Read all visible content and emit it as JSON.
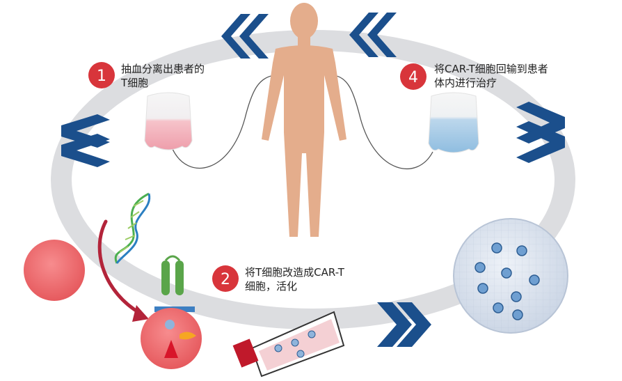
{
  "steps": [
    {
      "number": "1",
      "line1": "抽血分离出患者的",
      "line2": "T细胞"
    },
    {
      "number": "2",
      "line1": "将T细胞改造成CAR-T",
      "line2": "细胞，活化"
    },
    {
      "number": "4",
      "line1": "将CAR-T细胞回输到患者",
      "line2": "体内进行治疗"
    }
  ],
  "colors": {
    "ring": "#dcdde0",
    "chevron": "#1b4f8c",
    "badge": "#d8353b",
    "body": "#e4ad8c",
    "blood_bag": "#f3b3bd",
    "infusion_bag": "#9fc6e3",
    "cell": "#ef6b6e",
    "dna_green": "#4caf50",
    "dna_blue": "#2b7fc1"
  },
  "icons": [
    "human-body-icon",
    "blood-bag-icon",
    "infusion-bag-icon",
    "dna-icon",
    "t-cell-icon",
    "car-receptor-icon",
    "culture-flask-icon",
    "car-t-cells-dish-icon"
  ]
}
